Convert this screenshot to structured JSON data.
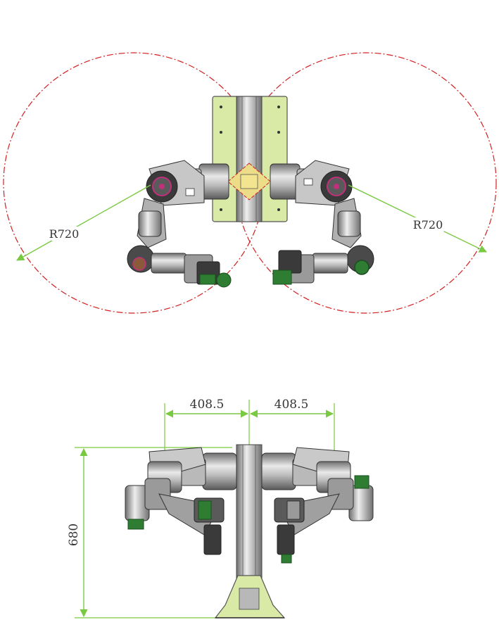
{
  "top_view": {
    "left_radius_label": "R720",
    "right_radius_label": "R720"
  },
  "front_view": {
    "left_width_label": "408.5",
    "right_width_label": "408.5",
    "height_label": "680"
  },
  "colors": {
    "reach_circle": "#d42020",
    "dimension_line": "#7ac943",
    "base_plate": "#d8eaa6",
    "metal": "#a8a8a8",
    "motor_dark": "#3a3a3a",
    "gripper_green": "#2e7d32",
    "joint_magenta": "#c0307a"
  }
}
